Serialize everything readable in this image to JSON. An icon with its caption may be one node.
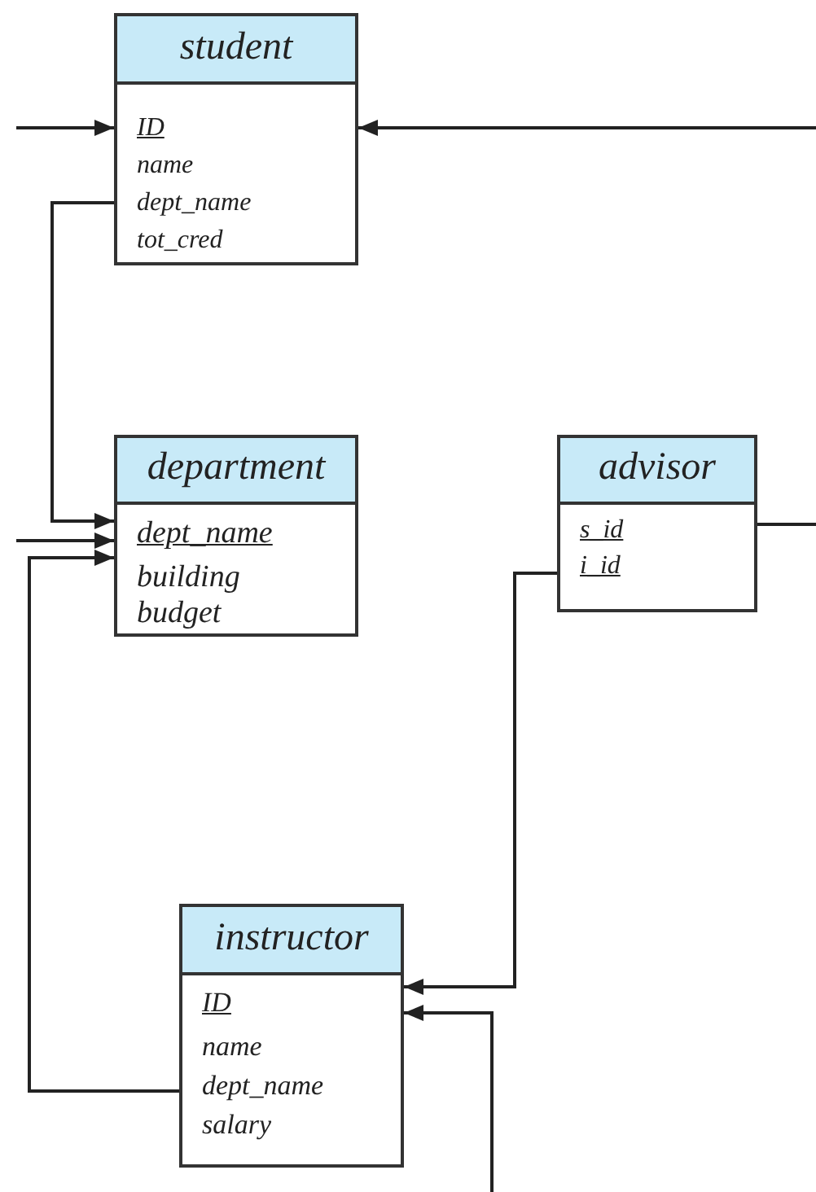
{
  "diagram": {
    "nodes": [
      {
        "text": [
          "student"
        ]
      },
      {
        "text": [
          "ID"
        ],
        "in": 0
      },
      {
        "text": [
          "name"
        ],
        "in": 0
      },
      {
        "text": [
          "dept_name"
        ],
        "in": 0
      },
      {
        "text": [
          "tot_cred"
        ],
        "in": 0
      },
      {
        "text": [
          "department"
        ]
      },
      {
        "text": [
          "dept_name"
        ],
        "in": 5
      },
      {
        "text": [
          "building"
        ],
        "in": 5
      },
      {
        "text": [
          "budget"
        ],
        "in": 5
      },
      {
        "text": [
          "advisor"
        ]
      },
      {
        "text": [
          "s_id"
        ],
        "in": 9
      },
      {
        "text": [
          "i_id"
        ],
        "in": 9
      },
      {
        "text": [
          "instructor"
        ]
      },
      {
        "text": [
          "ID"
        ],
        "in": 12
      },
      {
        "text": [
          "name"
        ],
        "in": 12
      },
      {
        "text": [
          "dept_name"
        ],
        "in": 12
      },
      {
        "text": [
          "salary"
        ],
        "in": 12
      }
    ],
    "edges": [
      {
        "from": null,
        "to": 1,
        "arrow": "to"
      },
      {
        "from": null,
        "to": 1,
        "arrow": "to"
      },
      {
        "from": 3,
        "to": 6,
        "arrow": "to"
      },
      {
        "from": null,
        "to": 6,
        "arrow": "to"
      },
      {
        "from": 15,
        "to": 6,
        "arrow": "to"
      },
      {
        "from": 10,
        "to": null,
        "arrow": "none"
      },
      {
        "from": 11,
        "to": 13,
        "arrow": "to"
      },
      {
        "from": null,
        "to": 13,
        "arrow": "to"
      }
    ]
  }
}
